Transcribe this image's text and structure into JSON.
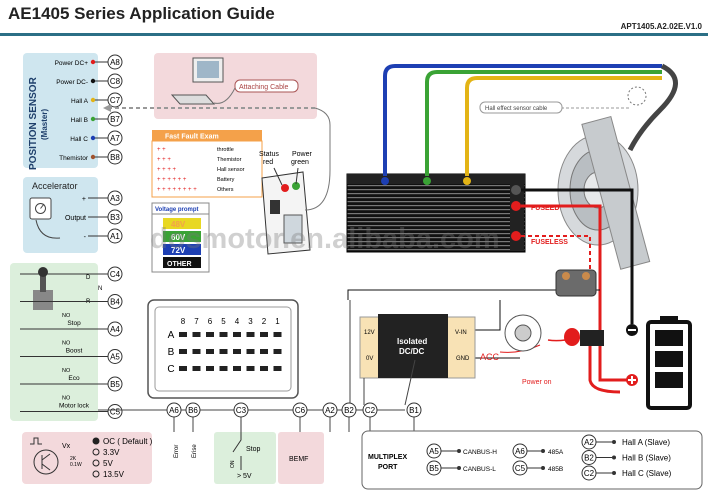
{
  "header": {
    "title": "AE1405 Series Application Guide",
    "doc_code": "APT1405.A2.02E.V1.0"
  },
  "position_sensor": {
    "label": "POSITION SENSOR",
    "sublabel": "(Master)",
    "pins": [
      {
        "label": "Power DC+",
        "pin": "A8"
      },
      {
        "label": "Power DC-",
        "pin": "C8"
      },
      {
        "label": "Hall A",
        "pin": "C7"
      },
      {
        "label": "Hall B",
        "pin": "B7"
      },
      {
        "label": "Hall C",
        "pin": "A7"
      },
      {
        "label": "Themistor",
        "pin": "B8"
      }
    ]
  },
  "accelerator": {
    "label": "Accelerator",
    "pins": [
      {
        "label": "+",
        "pin": "A3"
      },
      {
        "label": "Output",
        "pin": "B3"
      },
      {
        "label": "-",
        "pin": "A1"
      }
    ]
  },
  "switches": {
    "pins": [
      {
        "label": "",
        "pin": "C4"
      },
      {
        "label": "",
        "pin": "B4"
      },
      {
        "label": "Stop",
        "pin": "A4"
      },
      {
        "label": "Boost",
        "pin": "A5"
      },
      {
        "label": "Eco",
        "pin": "B5"
      },
      {
        "label": "Motor lock",
        "pin": "C5"
      }
    ],
    "direction_labels": [
      "D",
      "N",
      "R"
    ],
    "no_label": "NO"
  },
  "attaching_cable": "Attaching Cable",
  "hall_cable": "Hall effect sensor cable",
  "fault_exam": {
    "title": "Fast Fault Exam",
    "rows": [
      {
        "pattern": "+ +",
        "label": "throttle"
      },
      {
        "pattern": "+ + +",
        "label": "Themistor"
      },
      {
        "pattern": "+ + + +",
        "label": "Hall sensor"
      },
      {
        "pattern": "+ + + + + +",
        "label": "Battery"
      },
      {
        "pattern": "+ + + + + + + +",
        "label": "Others"
      }
    ]
  },
  "voltage_prompt": {
    "title": "Voltage prompt",
    "levels": [
      "48V",
      "60V",
      "72V",
      "OTHER"
    ]
  },
  "status": {
    "status_label": "Status",
    "status_color": "red",
    "power_label": "Power",
    "power_color": "green"
  },
  "connector": {
    "columns": [
      "8",
      "7",
      "6",
      "5",
      "4",
      "3",
      "2",
      "1"
    ],
    "rows": [
      "A",
      "B",
      "C"
    ]
  },
  "dcdc": {
    "title": "Isolated",
    "subtitle": "DC/DC",
    "left": [
      "12V",
      "0V"
    ],
    "right": [
      "V-IN",
      "GND"
    ]
  },
  "labels": {
    "fused": "FUSEED",
    "fuseless": "FUSELESS",
    "acc": "ACC",
    "power_on": "Power on",
    "watermark": "dosmotor.en.alibaba.com"
  },
  "bottom_bus": [
    "A6",
    "B6",
    "C3",
    "C6",
    "A2",
    "B2",
    "C2",
    "B1"
  ],
  "bottom_bus_labels": {
    "A6": "Error",
    "B6": "Erise",
    "stop": "Stop",
    "on": "ON",
    "gt5v": "> 5V",
    "bemf": "BEMF"
  },
  "signal_box": {
    "vx": "Vx",
    "r1": "2K",
    "r2": "0.1W",
    "options": [
      "OC ( Default )",
      "3.3V",
      "5V",
      "13.5V"
    ]
  },
  "multiplex": {
    "title": "MULTIPLEX",
    "subtitle": "PORT",
    "col1": [
      {
        "pin": "A5",
        "label": "CANBUS-H"
      },
      {
        "pin": "B5",
        "label": "CANBUS-L"
      }
    ],
    "col2": [
      {
        "pin": "A6",
        "label": "485A"
      },
      {
        "pin": "C5",
        "label": "485B"
      }
    ],
    "col3": [
      {
        "pin": "A2",
        "label": "Hall A (Slave)"
      },
      {
        "pin": "B2",
        "label": "Hall B (Slave)"
      },
      {
        "pin": "C2",
        "label": "Hall C (Slave)"
      }
    ]
  },
  "colors": {
    "band": "#2b6f86",
    "pink_panel": "#f3d9dc",
    "blue_panel": "#cfe6ef",
    "green_panel": "#dcefdc",
    "fault_orange": "#f4a14a",
    "wire_blue": "#1d3fb3",
    "wire_green": "#3aa335",
    "wire_yellow": "#e3b416",
    "wire_red": "#e21d1d"
  }
}
